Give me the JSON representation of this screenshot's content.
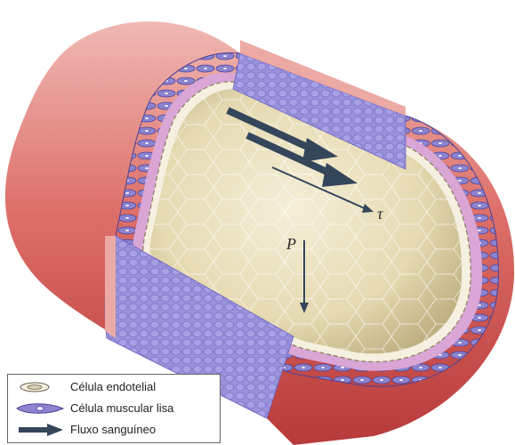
{
  "labels": {
    "shear_stress": "τ",
    "pressure": "P"
  },
  "legend": {
    "items": [
      {
        "label": "Célula endotelial",
        "icon": "endothelial-cell-icon"
      },
      {
        "label": "Célula muscular lisa",
        "icon": "smooth-muscle-cell-icon"
      },
      {
        "label": "Fluxo sanguíneo",
        "icon": "blood-flow-arrow-icon"
      }
    ]
  },
  "colors": {
    "adventitia": "#d9625d",
    "adventitia_light": "#ecaaa5",
    "media": "#7a6fc4",
    "intima": "#d9a6d6",
    "lumen": "#e8ddb8",
    "arrow": "#34465a"
  }
}
